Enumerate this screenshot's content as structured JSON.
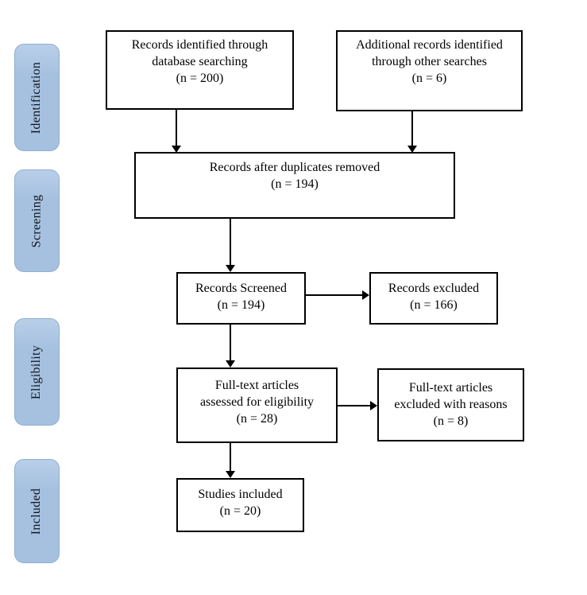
{
  "colors": {
    "box_border": "#000000",
    "arrow": "#000000",
    "stage_fill": "#a6c1e0",
    "stage_fill_light": "#b9cfe9",
    "stage_border": "#8fafd2",
    "background": "#ffffff",
    "text": "#000000"
  },
  "sidebar": {
    "stages": [
      {
        "label": "Identification"
      },
      {
        "label": "Screening"
      },
      {
        "label": "Eligibility"
      },
      {
        "label": "Included"
      }
    ]
  },
  "flow_boxes": {
    "records_identified": {
      "lines": [
        "Records identified through",
        "database searching",
        "(n = 200)"
      ],
      "count": 200
    },
    "additional_records": {
      "lines": [
        "Additional records identified",
        "through other searches",
        "(n = 6)"
      ],
      "count": 6
    },
    "duplicates_removed": {
      "lines": [
        "Records after duplicates removed",
        "(n = 194)"
      ],
      "count": 194
    },
    "records_screened": {
      "lines": [
        "Records Screened",
        "(n = 194)"
      ],
      "count": 194
    },
    "records_excluded": {
      "lines": [
        "Records excluded",
        "(n = 166)"
      ],
      "count": 166
    },
    "fulltext_assessed": {
      "lines": [
        "Full-text articles",
        "assessed for eligibility",
        "(n = 28)"
      ],
      "count": 28
    },
    "fulltext_excluded": {
      "lines": [
        "Full-text articles",
        "excluded with reasons",
        "(n = 8)"
      ],
      "count": 8
    },
    "studies_included": {
      "lines": [
        "Studies included",
        "(n = 20)"
      ],
      "count": 20
    }
  }
}
